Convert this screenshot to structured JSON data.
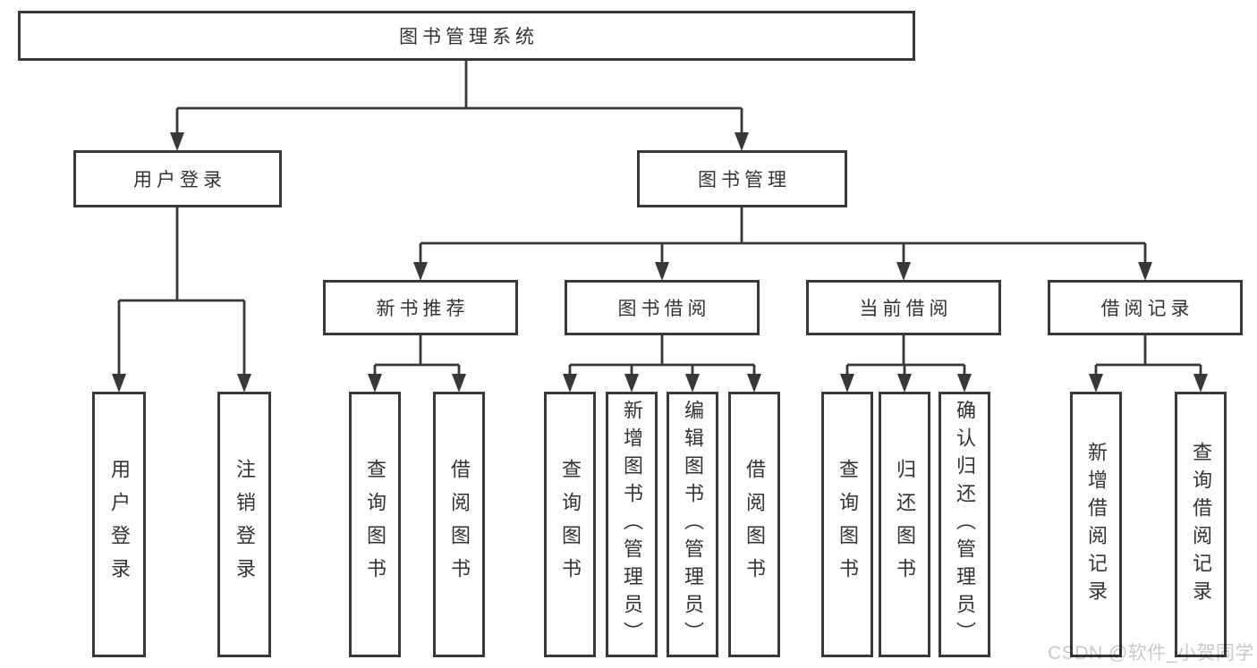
{
  "tree": {
    "label": "图书管理系统",
    "children": [
      {
        "label": "用户登录",
        "children": [
          {
            "label": "用户登录"
          },
          {
            "label": "注销登录"
          }
        ]
      },
      {
        "label": "图书管理",
        "children": [
          {
            "label": "新书推荐",
            "children": [
              {
                "label": "查询图书"
              },
              {
                "label": "借阅图书"
              }
            ]
          },
          {
            "label": "图书借阅",
            "children": [
              {
                "label": "查询图书"
              },
              {
                "label": "新增图书（管理员）"
              },
              {
                "label": "编辑图书（管理员）"
              },
              {
                "label": "借阅图书"
              }
            ]
          },
          {
            "label": "当前借阅",
            "children": [
              {
                "label": "查询图书"
              },
              {
                "label": "归还图书"
              },
              {
                "label": "确认归还（管理员）"
              }
            ]
          },
          {
            "label": "借阅记录",
            "children": [
              {
                "label": "新增借阅记录"
              },
              {
                "label": "查询借阅记录"
              }
            ]
          }
        ]
      }
    ]
  },
  "watermark": "CSDN @软件_小贺同学",
  "colors": {
    "line": "#383838",
    "text": "#333333",
    "watermark": "#c9c9c9",
    "background": "#ffffff"
  }
}
